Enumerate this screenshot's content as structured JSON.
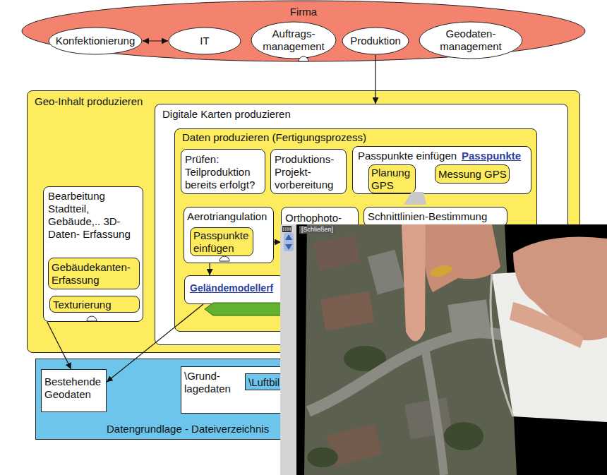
{
  "diagram": {
    "nodes": [
      {
        "text": [
          "Firma"
        ]
      },
      {
        "text": [
          "Konfektionierung"
        ],
        "in": 0
      },
      {
        "text": [
          "IT"
        ],
        "in": 0
      },
      {
        "text": [
          "Auftrags- management"
        ],
        "in": 0
      },
      {
        "text": [
          "Produktion"
        ],
        "in": 0
      },
      {
        "text": [
          "Geodaten- management"
        ],
        "in": 0
      },
      {
        "text": [
          "Geo-Inhalt produzieren"
        ]
      },
      {
        "text": [
          "Digitale Karten produzieren"
        ],
        "in": 6
      },
      {
        "text": [
          "Daten produzieren (Fertigungsprozess)"
        ],
        "in": 7
      },
      {
        "text": [
          "Prüfen: Teilproduktion bereits erfolgt?"
        ],
        "in": 8
      },
      {
        "text": [
          "Produktions- Projekt- vorbereitung"
        ],
        "in": 8
      },
      {
        "text": [
          "Passpunkte einfügen",
          "Passpunkte"
        ],
        "in": 8
      },
      {
        "text": [
          "Planung GPS"
        ],
        "in": 11
      },
      {
        "text": [
          "Messung GPS"
        ],
        "in": 11
      },
      {
        "text": [
          "Aerotriangulation"
        ],
        "in": 8
      },
      {
        "text": [
          "Passpunkte einfügen"
        ],
        "in": 14
      },
      {
        "text": [
          "Orthophoto-"
        ],
        "in": 8
      },
      {
        "text": [
          "Schnittlinien-Bestimmung"
        ],
        "in": 8
      },
      {
        "text": [
          "Geländemodellerf"
        ],
        "in": 8
      },
      {
        "text": [
          "Bearbeitung Stadtteil, Gebäude,.. 3D-Daten- Erfassung"
        ],
        "in": 6
      },
      {
        "text": [
          "Gebäudekanten- Erfassung"
        ],
        "in": 19
      },
      {
        "text": [
          "Texturierung"
        ],
        "in": 19
      },
      {
        "text": [
          "Datengrundlage - Dateiverzeichnis"
        ]
      },
      {
        "text": [
          "Bestehende Geodaten"
        ],
        "in": 22
      },
      {
        "text": [
          "\\Grund- lagedaten"
        ],
        "in": 22
      },
      {
        "text": [
          "\\Luftbil"
        ],
        "in": 24
      }
    ],
    "edges": [
      {
        "from": 1,
        "to": 2,
        "arrow": "both"
      },
      {
        "from": 4,
        "to": 7,
        "arrow": "to"
      },
      {
        "from": 14,
        "to": 16,
        "arrow": "to"
      },
      {
        "from": 14,
        "to": 18,
        "arrow": "to"
      },
      {
        "from": 18,
        "to": 23,
        "arrow": "to"
      },
      {
        "from": 19,
        "to": 23,
        "arrow": "to"
      }
    ],
    "labels": [
      "[Schließen]"
    ]
  }
}
